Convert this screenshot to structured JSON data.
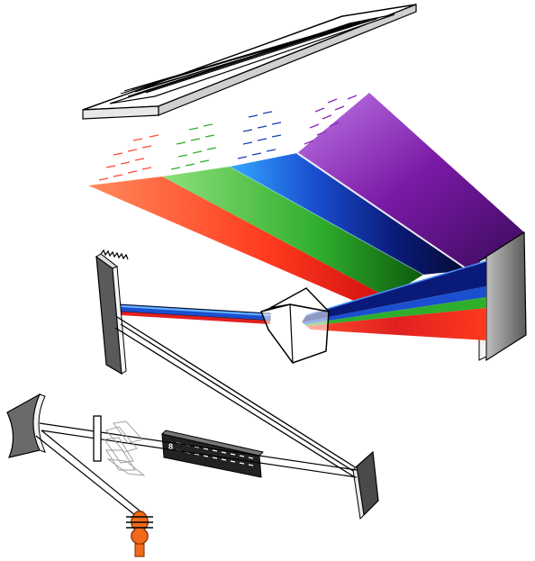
{
  "diagram": {
    "components": [
      {
        "id": "microlens-array-plate",
        "icon": "grid-plate-icon"
      },
      {
        "id": "dispersed-spectrum-fan",
        "icon": "spectrum-fan-icon"
      },
      {
        "id": "echelle-grating",
        "icon": "grating-icon"
      },
      {
        "id": "cross-disperser-prism",
        "icon": "prism-icon"
      },
      {
        "id": "detector-plate",
        "icon": "detector-icon"
      },
      {
        "id": "curved-mirror",
        "icon": "mirror-icon"
      },
      {
        "id": "entrance-slit",
        "icon": "slit-icon"
      },
      {
        "id": "slit-array-block",
        "icon": "slit-array-icon"
      },
      {
        "id": "fold-mirror",
        "icon": "mirror-icon"
      },
      {
        "id": "light-source",
        "icon": "lamp-icon"
      }
    ],
    "colors": {
      "red": "#ff3a1e",
      "orange": "#ff8a5c",
      "green": "#2fae2c",
      "blue": "#2b6cd8",
      "navy": "#0a1a78",
      "violet": "#7a1aa6",
      "white": "#ffffff",
      "gray_dark": "#4a4a4a",
      "gray_light": "#d8d8d8",
      "source_orange": "#f06a1a",
      "outline": "#000000"
    }
  }
}
